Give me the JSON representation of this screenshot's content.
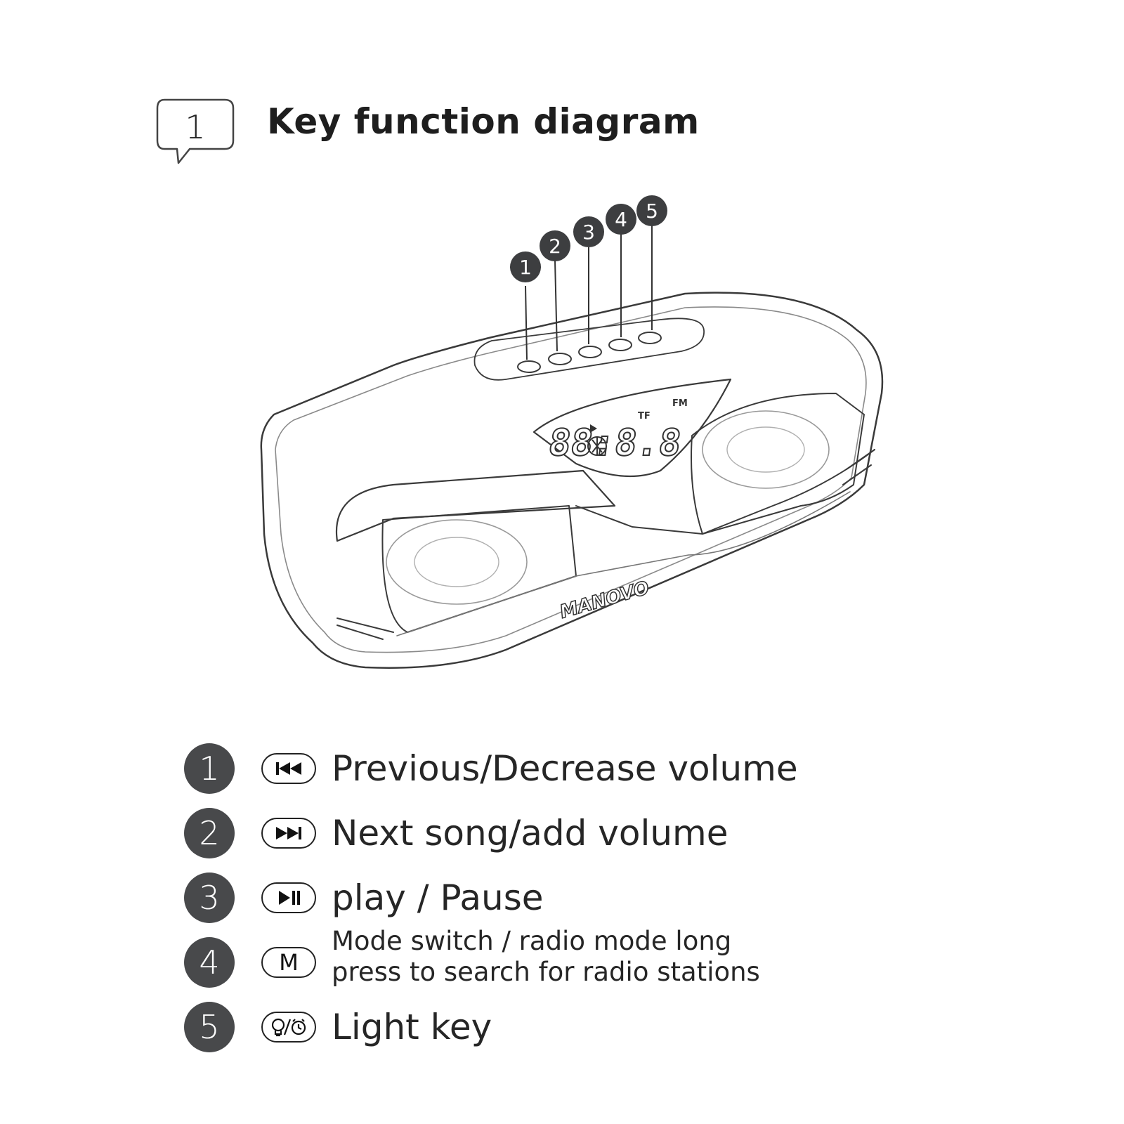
{
  "header": {
    "step_number": "1",
    "title": "Key function diagram"
  },
  "diagram": {
    "callouts": [
      "1",
      "2",
      "3",
      "4",
      "5"
    ],
    "brand": "MANOVO",
    "display_labels": [
      "TF",
      "FM"
    ],
    "display_digits": "88:8.8"
  },
  "legend": [
    {
      "number": "1",
      "icon": "previous-icon",
      "text": "Previous/Decrease volume"
    },
    {
      "number": "2",
      "icon": "next-icon",
      "text": "Next song/add volume"
    },
    {
      "number": "3",
      "icon": "play-pause-icon",
      "text": "play / Pause"
    },
    {
      "number": "4",
      "icon": "mode-icon",
      "key_label": "M",
      "line1": "Mode switch / radio mode long",
      "line2": "press to search for radio stations"
    },
    {
      "number": "5",
      "icon": "light-alarm-icon",
      "text": "Light key"
    }
  ]
}
